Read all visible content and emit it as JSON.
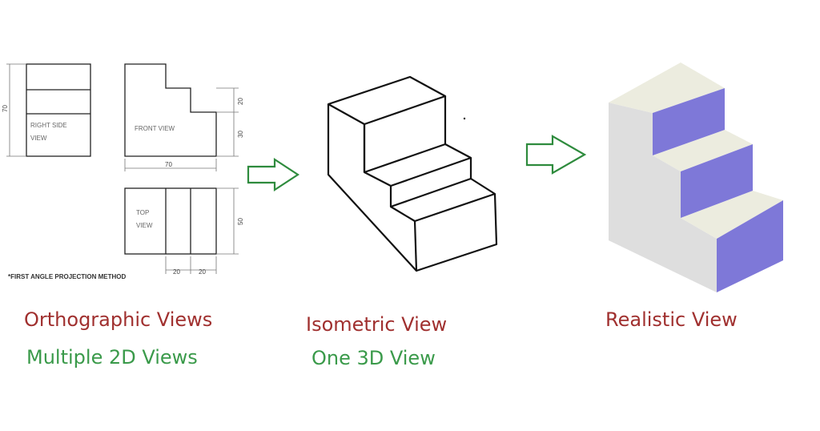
{
  "colors": {
    "heading_red": "#a0302f",
    "subheading_green": "#3a9a4a",
    "arrow_green": "#2e8b3d",
    "stair_riser_blue": "#7e78d8",
    "stair_tread": "#ececdf",
    "stair_side": "#dcdcdc"
  },
  "orthographic": {
    "right_side_label_1": "RIGHT SIDE",
    "right_side_label_2": "VIEW",
    "front_label": "FRONT VIEW",
    "top_label_1": "TOP",
    "top_label_2": "VIEW",
    "dim_height": "70",
    "dim_width": "70",
    "dim_step_a": "20",
    "dim_step_b": "30",
    "dim_depth": "50",
    "dim_bottom_a": "20",
    "dim_bottom_b": "20",
    "method_note": "*FIRST ANGLE PROJECTION METHOD"
  },
  "captions": {
    "orthographic_title": "Orthographic Views",
    "orthographic_sub": "Multiple 2D Views",
    "isometric_title": "Isometric View",
    "isometric_sub": "One 3D View",
    "realistic_title": "Realistic View"
  }
}
